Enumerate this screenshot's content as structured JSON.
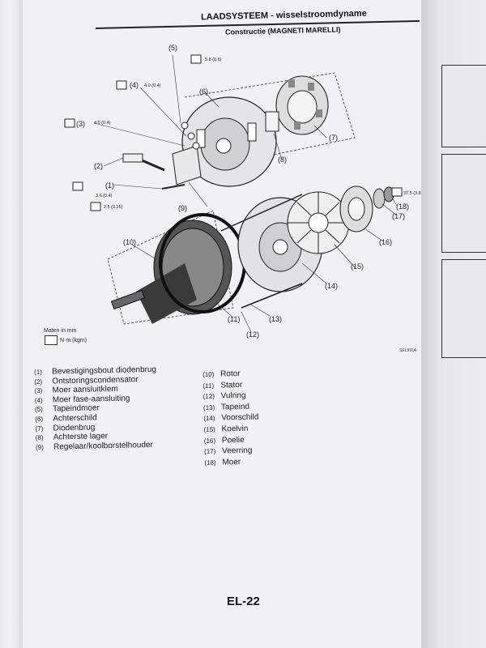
{
  "header": {
    "title": "LAADSYSTEEM - wisselstroomdyname",
    "subtitle": "Constructie (MAGNETI MARELLI)"
  },
  "callouts": {
    "c1": "(1)",
    "c2": "(2)",
    "c3": "(3)",
    "c4": "(4)",
    "c5": "(5)",
    "c6": "(6)",
    "c7": "(7)",
    "c8": "(8)",
    "c9": "(9)",
    "c10": "(10)",
    "c11": "(11)",
    "c12": "(12)",
    "c13": "(13)",
    "c14": "(14)",
    "c15": "(15)",
    "c16": "(16)",
    "c17": "(17)",
    "c18": "(18)"
  },
  "torques": {
    "t3": "4.0 (0.4)",
    "t4": "4.0 (0.4)",
    "t5": "5.8 (0.6)",
    "t1": "3.6 (0.4)",
    "t9": "2.5 (0.25)",
    "t18": "37.5 (3.8)"
  },
  "units": {
    "maten": "Maten in mm",
    "torque_unit": "N·m (kgm)"
  },
  "figure_code": "SEL991A",
  "legend_left": [
    {
      "num": "(1)",
      "label": "Bevestigingsbout diodenbrug"
    },
    {
      "num": "(2)",
      "label": "Ontstoringscondensator"
    },
    {
      "num": "(3)",
      "label": "Moer aansluitklem"
    },
    {
      "num": "(4)",
      "label": "Moer fase-aansluiting"
    },
    {
      "num": "(5)",
      "label": "Tapeindmoer"
    },
    {
      "num": "(6)",
      "label": "Achterschild"
    },
    {
      "num": "(7)",
      "label": "Diodenbrug"
    },
    {
      "num": "(8)",
      "label": "Achterste lager"
    },
    {
      "num": "(9)",
      "label": "Regelaar/koolborstelhouder"
    }
  ],
  "legend_right": [
    {
      "num": "(10)",
      "label": "Rotor"
    },
    {
      "num": "(11)",
      "label": "Stator"
    },
    {
      "num": "(12)",
      "label": "Vulring"
    },
    {
      "num": "(13)",
      "label": "Tapeind"
    },
    {
      "num": "(14)",
      "label": "Voorschild"
    },
    {
      "num": "(15)",
      "label": "Koelvin"
    },
    {
      "num": "(16)",
      "label": "Poelie"
    },
    {
      "num": "(17)",
      "label": "Veerring"
    },
    {
      "num": "(18)",
      "label": "Moer"
    }
  ],
  "footer": {
    "page": "EL-22"
  }
}
